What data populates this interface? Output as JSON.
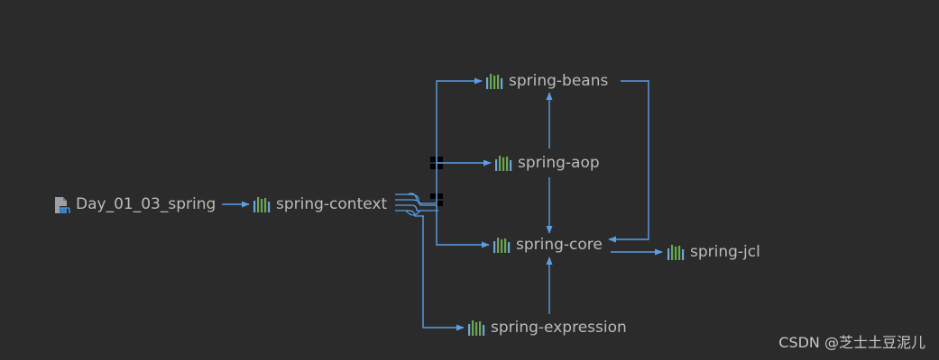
{
  "colors": {
    "background": "#2b2b2b",
    "edge": "#5a9ee6",
    "label": "#bbbbbb",
    "library_icon_green": "#6aa84f",
    "library_icon_blue": "#6ea6d8",
    "module_icon": "#9aa0a6",
    "module_icon_accent": "#3f8fd2"
  },
  "nodes": [
    {
      "id": "day_01_03_spring",
      "label": "Day_01_03_spring",
      "icon": "module-icon"
    },
    {
      "id": "spring_context",
      "label": "spring-context",
      "icon": "library-icon"
    },
    {
      "id": "spring_beans",
      "label": "spring-beans",
      "icon": "library-icon"
    },
    {
      "id": "spring_aop",
      "label": "spring-aop",
      "icon": "library-icon"
    },
    {
      "id": "spring_core",
      "label": "spring-core",
      "icon": "library-icon"
    },
    {
      "id": "spring_jcl",
      "label": "spring-jcl",
      "icon": "library-icon"
    },
    {
      "id": "spring_expression",
      "label": "spring-expression",
      "icon": "library-icon"
    }
  ],
  "edges": [
    {
      "from": "day_01_03_spring",
      "to": "spring_context"
    },
    {
      "from": "spring_context",
      "to": "spring_beans"
    },
    {
      "from": "spring_context",
      "to": "spring_aop"
    },
    {
      "from": "spring_context",
      "to": "spring_core"
    },
    {
      "from": "spring_context",
      "to": "spring_expression"
    },
    {
      "from": "spring_aop",
      "to": "spring_beans"
    },
    {
      "from": "spring_aop",
      "to": "spring_core"
    },
    {
      "from": "spring_beans",
      "to": "spring_core"
    },
    {
      "from": "spring_expression",
      "to": "spring_core"
    },
    {
      "from": "spring_core",
      "to": "spring_jcl"
    }
  ],
  "watermark": "CSDN @芝士土豆泥儿"
}
